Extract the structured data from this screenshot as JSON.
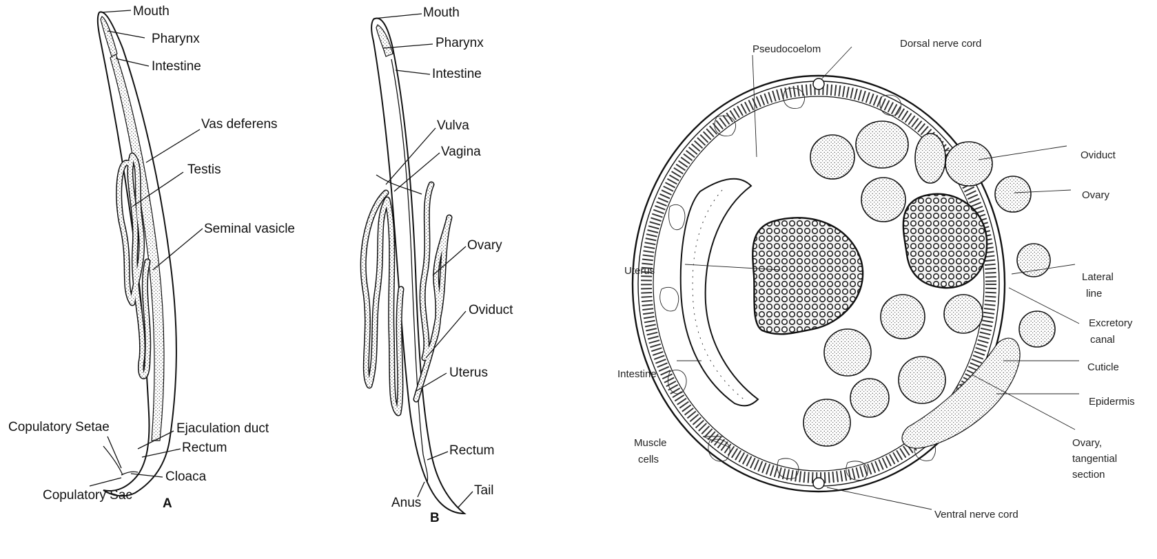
{
  "panel_a": {
    "letter": "A",
    "labels": {
      "mouth": "Mouth",
      "pharynx": "Pharynx",
      "intestine": "Intestine",
      "vas_deferens": "Vas deferens",
      "testis": "Testis",
      "seminal_vesicle": "Seminal vasicle",
      "copulatory_setae": "Copulatory Setae",
      "ejaculation_duct": "Ejaculation duct",
      "rectum": "Rectum",
      "cloaca": "Cloaca",
      "copulatory_sac": "Copulatory Sac"
    }
  },
  "panel_b": {
    "letter": "B",
    "labels": {
      "mouth": "Mouth",
      "pharynx": "Pharynx",
      "intestine": "Intestine",
      "vulva": "Vulva",
      "vagina": "Vagina",
      "ovary": "Ovary",
      "oviduct": "Oviduct",
      "uterus": "Uterus",
      "rectum": "Rectum",
      "anus": "Anus",
      "tail": "Tail"
    }
  },
  "panel_c": {
    "labels": {
      "pseudocoelom": "Pseudocoelom",
      "dorsal_nerve_cord": "Dorsal nerve cord",
      "oviduct": "Oviduct",
      "ovary": "Ovary",
      "uterus": "Uterus",
      "lateral_line_1": "Lateral",
      "lateral_line_2": "line",
      "excretory_canal_1": "Excretory",
      "excretory_canal_2": "canal",
      "intestine": "Intestine",
      "cuticle": "Cuticle",
      "epidermis": "Epidermis",
      "muscle_cells_1": "Muscle",
      "muscle_cells_2": "cells",
      "ovary_tangential_1": "Ovary,",
      "ovary_tangential_2": "tangential",
      "ovary_tangential_3": "section",
      "ventral_nerve_cord": "Ventral nerve cord"
    }
  }
}
